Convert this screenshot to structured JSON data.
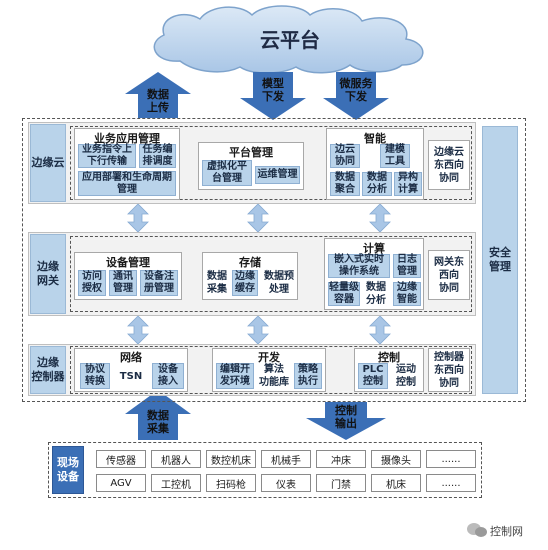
{
  "cloud": {
    "label": "云平台"
  },
  "arrows": {
    "data_upload": "数据\n上传",
    "model_deploy": "模型\n下发",
    "microservice_deploy": "微服务\n下发",
    "data_collect": "数据\n采集",
    "control_output": "控制\n输出"
  },
  "layers": {
    "edge_cloud": {
      "label": "边缘云",
      "app_mgmt": {
        "title": "业务应用管理",
        "cells": [
          "业务指令上\n下行传输",
          "任务编\n排调度",
          "应用部署和生命周期\n管理"
        ]
      },
      "platform_mgmt": {
        "title": "平台管理",
        "cells": [
          "虚拟化平\n台管理",
          "运维管理"
        ]
      },
      "intelligence": {
        "title": "智能",
        "cells": [
          "边云\n协同",
          "建模\n工具",
          "数据\n聚合",
          "数据\n分析",
          "异构\n计算"
        ]
      },
      "east_west": "边缘云\n东西向\n协同"
    },
    "edge_gateway": {
      "label": "边缘\n网关",
      "device_mgmt": {
        "title": "设备管理",
        "cells": [
          "访问\n授权",
          "通讯\n管理",
          "设备注\n册管理"
        ]
      },
      "storage": {
        "title": "存储",
        "cells": [
          "数据\n采集",
          "边缘\n缓存",
          "数据预\n处理"
        ]
      },
      "compute": {
        "title": "计算",
        "cells": [
          "嵌入式实时\n操作系统",
          "日志\n管理",
          "轻量级\n容器",
          "数据\n分析",
          "边缘\n智能"
        ]
      },
      "east_west": "网关东\n西向\n协同"
    },
    "edge_controller": {
      "label": "边缘\n控制器",
      "network": {
        "title": "网络",
        "cells": [
          "协议\n转换",
          "TSN",
          "设备\n接入"
        ]
      },
      "development": {
        "title": "开发",
        "cells": [
          "编辑开\n发环境",
          "算法\n功能库",
          "策略\n执行"
        ]
      },
      "control": {
        "title": "控制",
        "cells": [
          "PLC\n控制",
          "运动\n控制"
        ]
      },
      "east_west": "控制器\n东西向\n协同"
    }
  },
  "security": {
    "label": "安全\n管理"
  },
  "field_devices": {
    "label": "现场\n设备",
    "row1": [
      "传感器",
      "机器人",
      "数控机床",
      "机械手",
      "冲床",
      "摄像头",
      "......"
    ],
    "row2": [
      "AGV",
      "工控机",
      "扫码枪",
      "仪表",
      "门禁",
      "机床",
      "......"
    ]
  },
  "watermark": "控制网",
  "colors": {
    "accent": "#b9d3ea",
    "arrow": "#3b6fb6",
    "field_label": "#3b6fb6",
    "side": "#b9d3ea"
  }
}
